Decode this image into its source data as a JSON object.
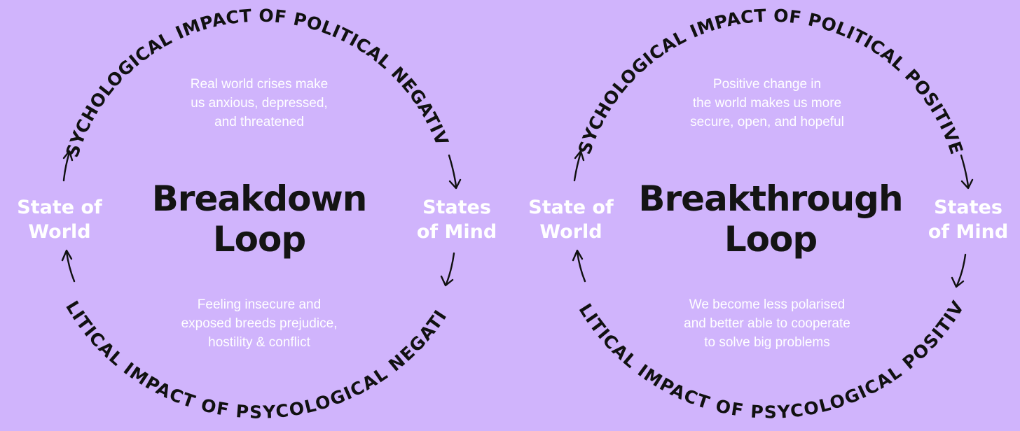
{
  "loops": [
    {
      "title": "Breakdown\nLoop",
      "top_arc": "PSYCHOLOGICAL IMPACT OF POLITICAL NEGATIVES",
      "bottom_arc": "POLITICAL IMPACT OF PSYCOLOGICAL NEGATIVES",
      "left_node": "State of\nWorld",
      "right_node": "States\nof Mind",
      "top_text": "Real world crises make\nus anxious, depressed,\nand threatened",
      "bottom_text": "Feeling insecure and\nexposed breeds prejudice,\nhostility & conflict"
    },
    {
      "title": "Breakthrough\nLoop",
      "top_arc": "PSYCHOLOGICAL IMPACT OF POLITICAL POSITIVES",
      "bottom_arc": "POLITICAL IMPACT OF PSYCOLOGICAL POSITIVES",
      "left_node": "State of\nWorld",
      "right_node": "States\nof Mind",
      "top_text": "Positive change in\nthe world makes us more\nsecure, open, and hopeful",
      "bottom_text": "We become less polarised\nand better able to cooperate\nto solve big problems"
    }
  ],
  "colors": {
    "background": "#d0b4fc",
    "title": "#141414",
    "arc_text": "#111111",
    "light_text": "#ffffff"
  }
}
